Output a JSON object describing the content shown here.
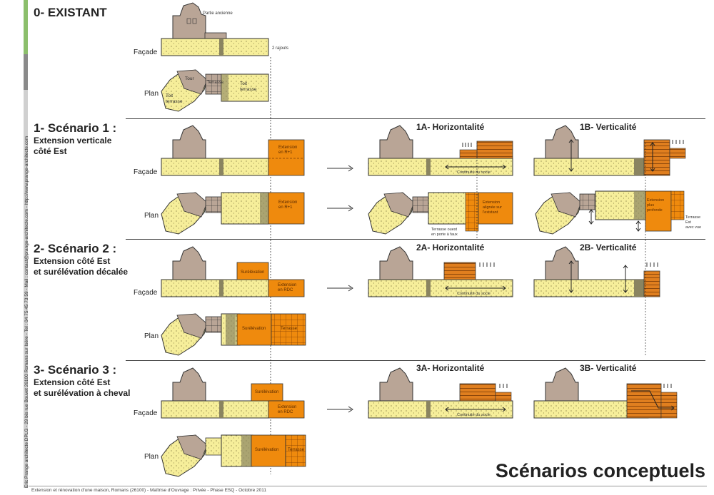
{
  "title": "Scénarios conceptuels",
  "footer": "Extension et rénovation d'une maison, Romans (26100) - Maîtrise d'Ouvrage : Privée - Phase ESQ - Octobre 2011",
  "sidebar_credit": "Eric Prange architecte DPLG  -  29 bis rue Bouvet 26100 Romans sur Isère - Tel : 04 75 45 73 59 - Mail : contact@prange-architecte.com - http://www.prange-architecte.com",
  "colors": {
    "sidebar_green": "#8cbf6c",
    "sidebar_gray": "#8a8a8a",
    "sidebar_light": "#d0d0d0",
    "existing_wall": "#b9a596",
    "terrace_yellow": "#f6ee9a",
    "extension_orange": "#ef8a0d",
    "wood_orange": "#e07f1f",
    "shadow_olive": "#8a8460"
  },
  "labels": {
    "facade": "Façade",
    "plan": "Plan",
    "partie_ancienne": "Partie ancienne",
    "rajouts": "2 rajouts",
    "tour": "Tour",
    "terrasse": "Terrasse",
    "toit_terrasse": "Toit\nterrasse",
    "toit_terrasse_2": "Toit\nterrasse",
    "ext_r1": "Extension\nen R+1",
    "ext_r1_plan": "Extension\nen R+1",
    "continuite": "Continuité du socle",
    "ext_alignee": "Extension\nalignée sur\nl'existant",
    "terrasse_ouest": "Terrasse ouest\nen porte à faux",
    "ext_profonde": "Extension\nplus\nprofonde",
    "terrasse_est": "Terrasse\nEst\navec vue",
    "surelevation": "Surélévation",
    "ext_rdc": "Extension\nen RDC",
    "terrasse_plan": "Terrasse"
  },
  "sections": [
    {
      "id": "s0",
      "title": "0- EXISTANT",
      "subtitle": ""
    },
    {
      "id": "s1",
      "title": "1- Scénario 1 :",
      "subtitle": "Extension verticale\ncôté Est",
      "variants": [
        "1A- Horizontalité",
        "1B- Verticalité"
      ]
    },
    {
      "id": "s2",
      "title": "2- Scénario 2 :",
      "subtitle": "Extension côté Est\net surélévation décalée",
      "variants": [
        "2A- Horizontalité",
        "2B- Verticalité"
      ]
    },
    {
      "id": "s3",
      "title": "3- Scénario 3 :",
      "subtitle": "Extension côté Est\net surélévation à cheval",
      "variants": [
        "3A- Horizontalité",
        "3B- Verticalité"
      ]
    }
  ]
}
